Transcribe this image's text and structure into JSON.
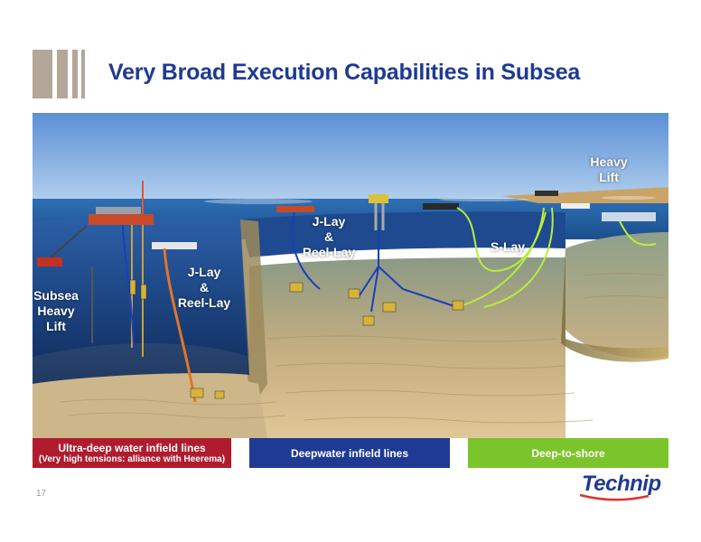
{
  "title": "Very Broad Execution Capabilities in Subsea",
  "scene_labels": {
    "subsea_heavy_lift": "Subsea\nHeavy\nLift",
    "j_lay_left": "J-Lay\n&\nReel-Lay",
    "j_lay_center": "J-Lay\n&\nReel-Lay",
    "s_lay": "S-Lay",
    "heavy_lift": "Heavy\nLift"
  },
  "bars": {
    "ultra_deep_line1": "Ultra-deep water infield lines",
    "ultra_deep_line2": "(Very high tensions: alliance with Heerema)",
    "deepwater": "Deepwater infield lines",
    "deep_to_shore": "Deep-to-shore"
  },
  "colors": {
    "title": "#1f3a93",
    "ultra_deep": "#b01c2e",
    "deepwater": "#1f3a93",
    "deep_to_shore": "#7cc42c",
    "logo_bars": "#b3a79a"
  },
  "page_number": "17",
  "logo": "Technip"
}
